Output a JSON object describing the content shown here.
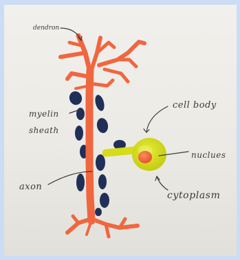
{
  "labels": {
    "dendron": "dendron",
    "myelin_line1": "myelin",
    "myelin_line2": "sheath",
    "axon": "axon",
    "cell_body": "cell body",
    "nucleus": "nuclues",
    "cytoplasm": "cytoplasm"
  },
  "colors": {
    "background": "#ccdcf4",
    "paper": "#eeede9",
    "axon_dendrite_clay": "#f0663f",
    "myelin_clay": "#1f2f57",
    "cell_body_clay": "#d7de1a",
    "nucleus_clay": "#f0663f",
    "pen_ink": "#3a3a3a"
  }
}
